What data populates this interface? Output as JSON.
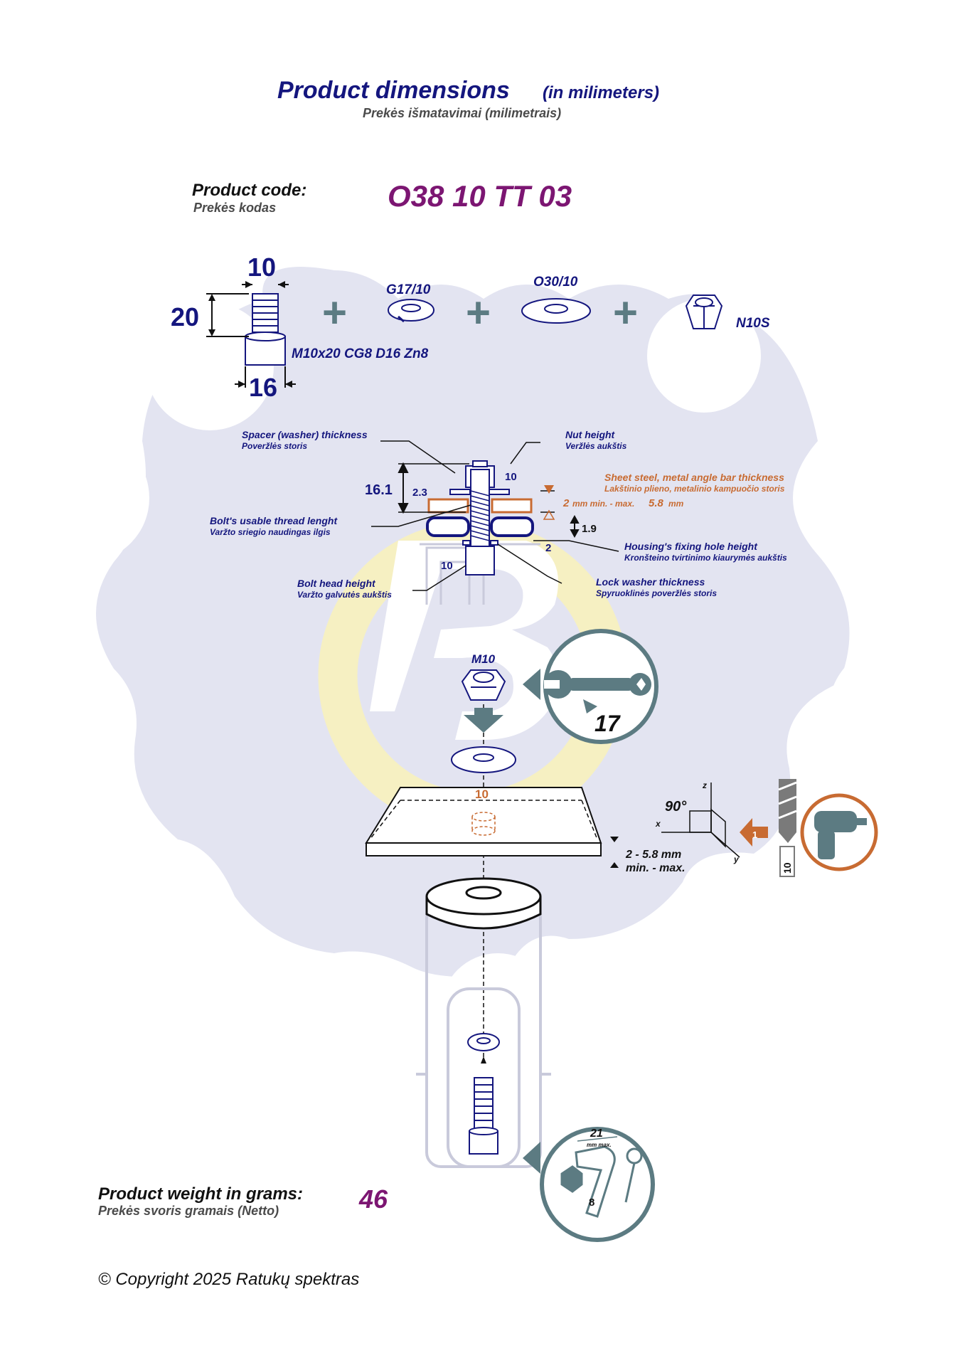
{
  "header": {
    "title": "Product dimensions",
    "title_unit": "(in milimeters)",
    "subtitle": "Prekės išmatavimai (milimetrais)"
  },
  "product_code": {
    "label": "Product code:",
    "label_lt": "Prekės kodas",
    "value": "O38 10 TT 03"
  },
  "components": {
    "bolt_width": "10",
    "bolt_length": "20",
    "bolt_head": "16",
    "bolt_spec": "M10x20 CG8 D16 Zn8",
    "lock_washer": "G17/10",
    "flat_washer": "O30/10",
    "nut": "N10S",
    "plus": "+"
  },
  "assembly": {
    "spacer_label": "Spacer (washer) thickness",
    "spacer_label_lt": "Poveržlės storis",
    "nut_height_label": "Nut height",
    "nut_height_label_lt": "Veržlės aukštis",
    "sheet_label": "Sheet steel, metal angle bar thickness",
    "sheet_label_lt": "Lakštinio plieno, metalinio kampuočio storis",
    "sheet_min": "2",
    "sheet_min_text": "mm min. - max.",
    "sheet_max": "5.8",
    "sheet_max_unit": "mm",
    "thread_label": "Bolt's usable thread lenght",
    "thread_label_lt": "Varžto sriegio naudingas ilgis",
    "housing_label": "Housing's fixing hole height",
    "housing_label_lt": "Kronšteino tvirtinimo kiaurymės aukštis",
    "head_label": "Bolt head height",
    "head_label_lt": "Varžto galvutės aukštis",
    "lockwasher_label": "Lock washer thickness",
    "lockwasher_label_lt": "Spyruoklinės poveržlės storis",
    "dim_thread": "16.1",
    "dim_spacer": "2.3",
    "dim_nut": "10",
    "dim_housing": "1.9",
    "dim_lock": "2",
    "dim_head": "10"
  },
  "install": {
    "nut_label": "M10",
    "wrench_size": "17",
    "hole_size": "10",
    "plate_thickness": "2 - 5.8 mm",
    "plate_minmax": "min. - max.",
    "angle": "90°",
    "axis_x": "x",
    "axis_y": "y",
    "axis_z": "z",
    "step": "1",
    "drill_size": "10",
    "hex_max": "21",
    "hex_max_label": "mm max.",
    "hex_size": "8"
  },
  "weight": {
    "label": "Product weight in grams:",
    "label_lt": "Prekės svoris gramais (Netto)",
    "value": "46"
  },
  "footer": {
    "copyright": "© Copyright 2025 Ratukų spektras"
  },
  "colors": {
    "navy": "#14167e",
    "purple": "#7c1672",
    "orange": "#c86b32",
    "slate": "#5c7b82",
    "background_gear": "#e3e4f1",
    "logo_yellow": "#f6f0c2"
  }
}
